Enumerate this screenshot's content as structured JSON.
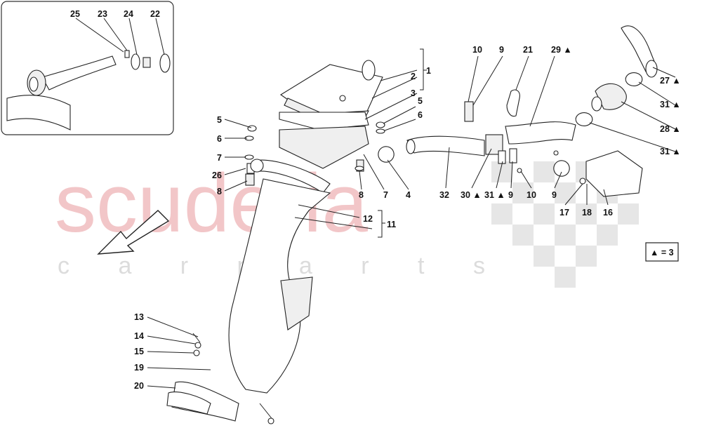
{
  "watermark": {
    "main": "scuderia",
    "sub": "c a r p a r t s"
  },
  "accent_color": "#e07a80",
  "legend": {
    "text": "▲ = 3"
  },
  "labels": {
    "l25": "25",
    "l23": "23",
    "l24": "24",
    "l22": "22",
    "l1": "1",
    "l2": "2",
    "l3": "3",
    "l4": "4",
    "l5a": "5",
    "l6a": "6",
    "l7a": "7",
    "l26": "26",
    "l8a": "8",
    "l5b": "5",
    "l6b": "6",
    "l8b": "8",
    "l7b": "7",
    "l12": "12",
    "l11": "11",
    "l13": "13",
    "l14": "14",
    "l15": "15",
    "l19": "19",
    "l20": "20",
    "l10a": "10",
    "l9a": "9",
    "l21": "21",
    "l29": "29 ▲",
    "l32": "32",
    "l30": "30 ▲",
    "l31a": "31 ▲",
    "l9b": "9",
    "l10b": "10",
    "l9c": "9",
    "l17": "17",
    "l18": "18",
    "l16": "16",
    "l27": "27 ▲",
    "l31b": "31 ▲",
    "l28": "28 ▲",
    "l31c": "31 ▲"
  }
}
